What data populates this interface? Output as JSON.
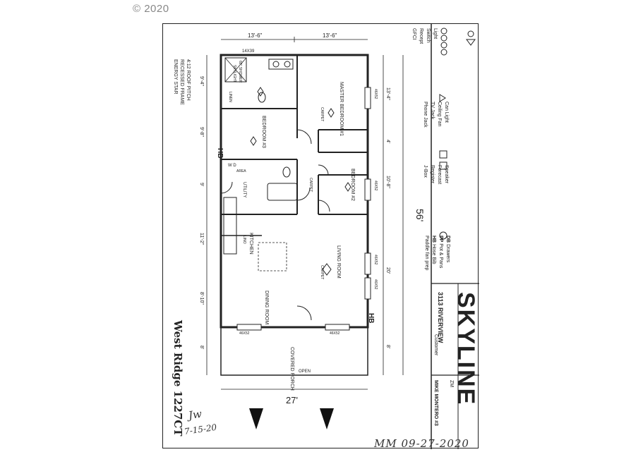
{
  "copyright": "© 2020",
  "legend": {
    "light": "Light",
    "switch": "Switch",
    "receptacle": "Recept",
    "gfci": "GFCI",
    "can_light": "Can Light",
    "ceiling_fan": "Ceiling Fan",
    "tv_jack": "TV Jack",
    "phone_jack": "Phone Jack",
    "speaker": "Speaker",
    "forecast": "Forecast",
    "register": "Register",
    "jbox": "J-Box",
    "drawers": "Drawers",
    "pots_pans": "Pot & Pans",
    "hose_bib": "Hose Bib",
    "paddle_fan": "Paddle fan prep",
    "db": "DB",
    "pp": "PP",
    "hb": "HB"
  },
  "title_block": {
    "brand": "SKYLINE",
    "model": "3113 RIVERVIEW",
    "customer_label": "Customer",
    "zone": "ZM",
    "dealer": "MIKE MONTERO #3"
  },
  "notes": {
    "roof_pitch": "4:12 ROOF PITCH",
    "frame": "RECESSED FRAME",
    "energy": "ENERGY STAR"
  },
  "plan_name": "West Ridge 1227CT",
  "signature_date": "7-15-20",
  "footer_sign": "MM  09-27-2020",
  "dimensions": {
    "top_left": "13'-6\"",
    "top_right": "13'-6\"",
    "overall_length": "56'",
    "overall_width": "27'",
    "left": [
      "9'-4\"",
      "9'-8\"",
      "9'",
      "11'-2\"",
      "8'-10\"",
      "8'"
    ],
    "right": [
      "13'-4\"",
      "4'",
      "10'-8\"",
      "20'",
      "8'"
    ]
  },
  "rooms": {
    "master": "MASTER BEDROOM #1",
    "bed3": "BEDROOM #3",
    "bed2": "BEDROOM #2",
    "utility": "UTILITY",
    "kitchen": "KITCHEN",
    "living": "LIVING ROOM",
    "dining": "DINING ROOM",
    "porch": "COVERED PORCH",
    "carpet": "CARPET",
    "lino": "LINO",
    "open": "OPEN",
    "skylight": "SKYLIGHT",
    "shower": "60\" SHOWER",
    "linen": "LINEN",
    "wd": "W  D",
    "area": "AREA",
    "windows": [
      "46X52",
      "46X52",
      "46X52",
      "46X52",
      "46X52",
      "46X52",
      "14X39"
    ],
    "hb_marks": [
      "HB",
      "HB"
    ]
  }
}
